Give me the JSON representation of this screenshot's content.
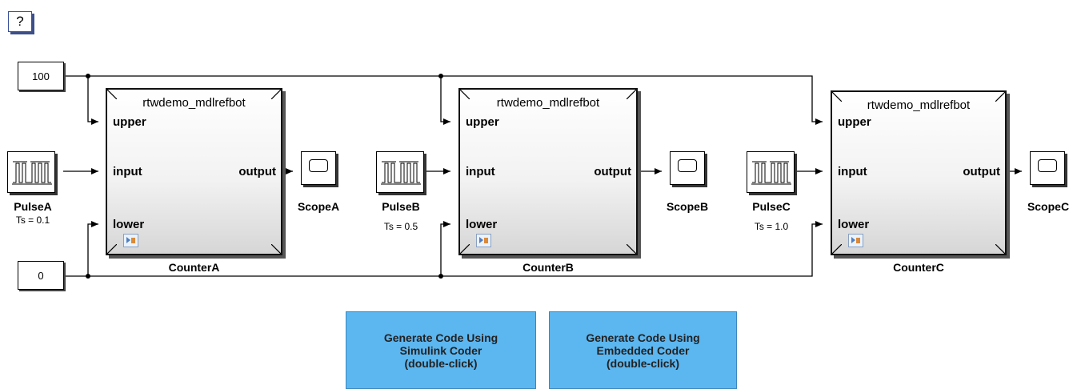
{
  "help": {
    "label": "?"
  },
  "constants": {
    "upper_value": "100",
    "lower_value": "0"
  },
  "model_reference": {
    "model_name": "rtwdemo_mdlrefbot",
    "port_upper": "upper",
    "port_input": "input",
    "port_lower": "lower",
    "port_output": "output"
  },
  "blocks": {
    "pulse_a": {
      "name": "PulseA",
      "ts": "Ts = 0.1"
    },
    "pulse_b": {
      "name": "PulseB",
      "ts": "Ts = 0.5"
    },
    "pulse_c": {
      "name": "PulseC",
      "ts": "Ts = 1.0"
    },
    "counter_a": {
      "name": "CounterA"
    },
    "counter_b": {
      "name": "CounterB"
    },
    "counter_c": {
      "name": "CounterC"
    },
    "scope_a": {
      "name": "ScopeA"
    },
    "scope_b": {
      "name": "ScopeB"
    },
    "scope_c": {
      "name": "ScopeC"
    }
  },
  "buttons": {
    "simulink_coder": {
      "line1": "Generate Code Using",
      "line2": "Simulink Coder",
      "line3": "(double-click)"
    },
    "embedded_coder": {
      "line1": "Generate Code Using",
      "line2": "Embedded Coder",
      "line3": "(double-click)"
    }
  },
  "colors": {
    "button_fill": "#5cb6ef",
    "line": "#000000",
    "help_border": "#3a4f9a"
  }
}
